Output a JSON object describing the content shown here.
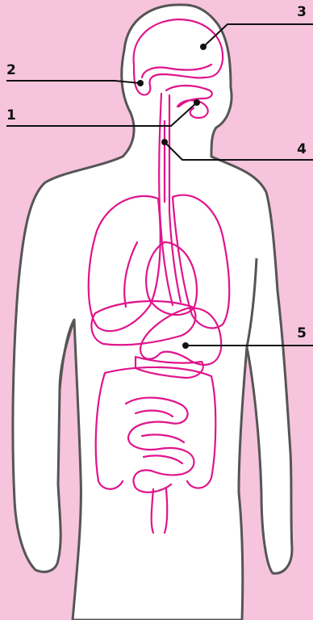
{
  "colors": {
    "background": "#f6c4dd",
    "body_fill": "#ffffff",
    "body_outline": "#555555",
    "organ_stroke": "#e0148c",
    "leader": "#111111"
  },
  "callouts": [
    {
      "label": "1"
    },
    {
      "label": "2"
    },
    {
      "label": "3"
    },
    {
      "label": "4"
    },
    {
      "label": "5"
    }
  ]
}
